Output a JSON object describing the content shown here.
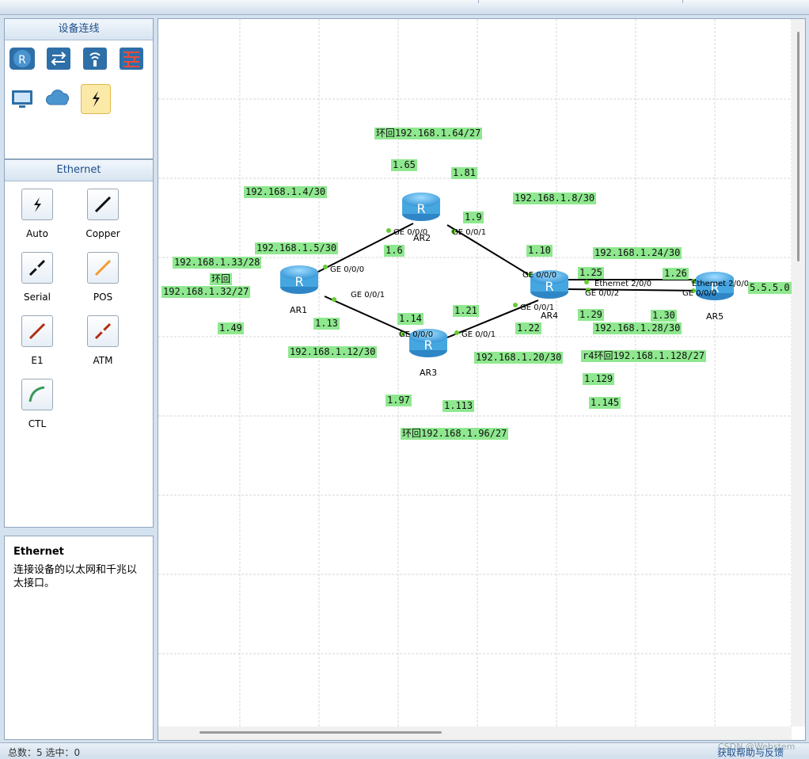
{
  "left_panel": {
    "devices_header": "设备连线",
    "devices": [
      {
        "name": "router",
        "icon": "router-icon"
      },
      {
        "name": "switch",
        "icon": "switch-icon"
      },
      {
        "name": "wireless",
        "icon": "wireless-ap-icon"
      },
      {
        "name": "firewall",
        "icon": "firewall-icon"
      },
      {
        "name": "pc",
        "icon": "pc-icon"
      },
      {
        "name": "cloud",
        "icon": "cloud-icon"
      },
      {
        "name": "connection",
        "icon": "lightning-icon"
      }
    ],
    "ethernet_header": "Ethernet",
    "link_types": [
      {
        "label": "Auto",
        "icon": "auto-link-icon"
      },
      {
        "label": "Copper",
        "icon": "copper-cable-icon"
      },
      {
        "label": "Serial",
        "icon": "serial-cable-icon"
      },
      {
        "label": "POS",
        "icon": "pos-cable-icon"
      },
      {
        "label": "E1",
        "icon": "e1-cable-icon"
      },
      {
        "label": "ATM",
        "icon": "atm-cable-icon"
      },
      {
        "label": "CTL",
        "icon": "ctl-cable-icon"
      }
    ],
    "info_title": "Ethernet",
    "info_desc": "连接设备的以太网和千兆以太接口。"
  },
  "devices": [
    {
      "name": "AR1"
    },
    {
      "name": "AR2"
    },
    {
      "name": "AR3"
    },
    {
      "name": "AR4"
    },
    {
      "name": "AR5"
    }
  ],
  "ports": {
    "ar2_g000": "GE 0/0/0",
    "ar2_g001": "GE 0/0/1",
    "ar1_g000": "GE 0/0/0",
    "ar1_g001": "GE 0/0/1",
    "ar3_g000": "GE 0/0/0",
    "ar3_g001": "GE 0/0/1",
    "ar4_g000": "GE 0/0/0",
    "ar4_g001": "GE 0/0/1",
    "ar4_e200": "Ethernet 2/0/0",
    "ar4_g002": "GE 0/0/2",
    "ar5_e200": "Ethernet 2/0/0",
    "ar5_g000": "GE 0/0/0"
  },
  "notes": {
    "n1": "环回192.168.1.64/27",
    "n2": "1.65",
    "n3": "1.81",
    "n4": "192.168.1.4/30",
    "n5": "192.168.1.8/30",
    "n6": "1.9",
    "n7": "192.168.1.5/30",
    "n8": "1.6",
    "n9": "192.168.1.33/28",
    "n10": "环回",
    "n11": "192.168.1.32/27",
    "n12": "1.10",
    "n13": "192.168.1.24/30",
    "n14": "1.25",
    "n15": "1.26",
    "n16": "5.5.5.0",
    "n17": "1.49",
    "n18": "1.13",
    "n19": "1.14",
    "n20": "1.21",
    "n21": "1.22",
    "n22": "1.29",
    "n23": "1.30",
    "n24": "192.168.1.28/30",
    "n25": "192.168.1.12/30",
    "n26": "192.168.1.20/30",
    "n27": "r4环回192.168.1.128/27",
    "n28": "1.129",
    "n29": "1.97",
    "n30": "1.113",
    "n31": "1.145",
    "n32": "环回192.168.1.96/27"
  },
  "status": {
    "left": "总数：5  选中：0",
    "right": "获取帮助与反馈",
    "watermark": "CSDN @Webstem"
  },
  "colors": {
    "note_bg": "#8fe88f",
    "router": "#5bb8e8",
    "link": "#000000",
    "port_dot": "#66cc33"
  }
}
